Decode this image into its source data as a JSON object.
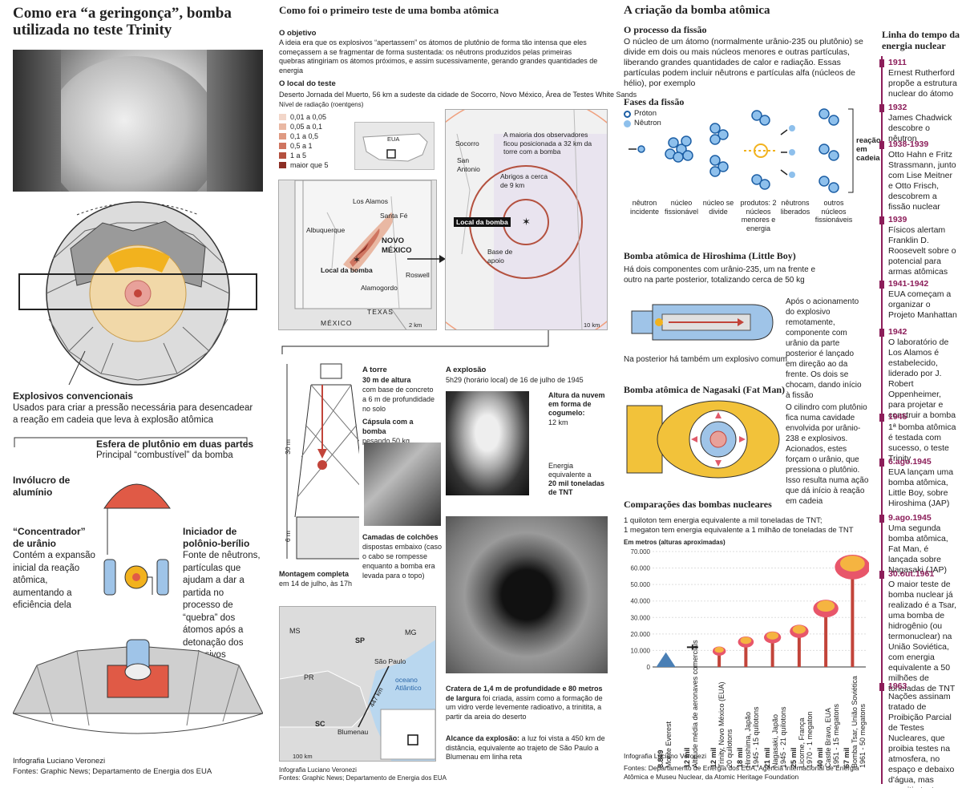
{
  "col1": {
    "title": "Como era “a geringonça”, bomba utilizada no teste Trinity",
    "explosivos_title": "Explosivos convencionais",
    "explosivos_text": "Usados para criar a pressão necessária para desencadear a reação em cadeia que leva à explosão atômica",
    "esfera_title": "Esfera de plutônio em duas partes",
    "esfera_text": "Principal “combustível” da bomba",
    "involucro_title": "Invólucro de alumínio",
    "concentrador_title": "“Concentrador” de urânio",
    "concentrador_text": "Contém a expansão inicial da reação atômica, aumentando a eficiência dela",
    "iniciador_title": "Iniciador de polônio-berílio",
    "iniciador_text": "Fonte de nêutrons, partículas que ajudam a dar a partida no processo de “quebra” dos átomos após a detonação dos explosivos",
    "credit": "Infografia Luciano Veronezi",
    "sources": "Fontes: Graphic News; Departamento de Energia dos EUA"
  },
  "col2": {
    "title": "Como foi o primeiro teste de uma bomba atômica",
    "objetivo_title": "O objetivo",
    "objetivo_text": "A ideia era que os explosivos “apertassem” os átomos de plutônio de forma tão intensa que eles começassem a se fragmentar de forma sustentada: os nêutrons produzidos pelas primeiras quebras atingiriam os átomos próximos, e assim sucessivamente, gerando grandes quantidades de energia",
    "local_title": "O local do teste",
    "local_text": "Deserto Jornada del Muerto, 56 km a sudeste da cidade de Socorro, Novo México, Área de Testes White Sands",
    "radiation_title": "Nível de radiação (roentgens)",
    "radiation_levels": [
      {
        "label": "0,01 a 0,05",
        "color": "#f2d6c9"
      },
      {
        "label": "0,05 a 0,1",
        "color": "#e9b8a3"
      },
      {
        "label": "0,1 a 0,5",
        "color": "#df9a82"
      },
      {
        "label": "0,5 a 1",
        "color": "#cf7560"
      },
      {
        "label": "1 a 5",
        "color": "#b4513f"
      },
      {
        "label": "maior que 5",
        "color": "#8c2f25"
      }
    ],
    "map": {
      "eua": "EUA",
      "los_alamos": "Los Alamos",
      "santa_fe": "Santa Fé",
      "albuquerque": "Albuquerque",
      "novo_mexico": "NOVO MÉXICO",
      "local_bomba": "Local da bomba",
      "roswell": "Roswell",
      "alamogordo": "Alamogordo",
      "texas": "TEXAS",
      "mexico": "MÉXICO",
      "scale": "2 km"
    },
    "zoom": {
      "observadores": "A maioria dos observadores ficou posicionada a 32 km da torre com a bomba",
      "socorro": "Socorro",
      "san_antonio": "San Antonio",
      "abrigos": "Abrigos a cerca de 9 km",
      "local_bomba": "Local da bomba",
      "base": "Base de apoio",
      "scale": "10 km"
    },
    "torre_title": "A torre",
    "torre_text1": "30 m de altura",
    "torre_text2": "com base de concreto a 6 m de profundidade no solo",
    "capsula_title": "Cápsula com a bomba",
    "capsula_text": "pesando 50 kg",
    "camadas_title": "Camadas de colchões",
    "camadas_text": "dispostas embaixo (caso o cabo se rompesse enquanto a bomba era levada para o topo)",
    "montagem_title": "Montagem completa",
    "montagem_text": "em 14 de julho, às 17h",
    "h30": "30 m",
    "h6": "6 m",
    "explosao_title": "A explosão",
    "explosao_text": "5h29 (horário local) de 16 de julho de 1945",
    "altura_title": "Altura da nuvem em forma de cogumelo:",
    "altura_value": "12 km",
    "energia_text": "Energia equivalente a",
    "energia_value": "20 mil toneladas de TNT",
    "cratera_title": "Cratera de 1,4 m de profundidade e 80 metros de largura",
    "cratera_text": "foi criada, assim como a formação de um vidro verde levemente radioativo, a trinitita, a partir da areia do deserto",
    "alcance_title": "Alcance da explosão:",
    "alcance_text": "a luz foi vista a 450 km de distância, equivalente ao trajeto de São Paulo a Blumenau em linha reta",
    "brmap": {
      "ms": "MS",
      "sp": "SP",
      "mg": "MG",
      "pr": "PR",
      "sc": "SC",
      "sao_paulo": "São Paulo",
      "blumenau": "Blumenau",
      "oceano": "oceano Atlântico",
      "dist": "447 km",
      "scale": "100 km"
    },
    "credit": "Infografia Luciano Veronezi",
    "sources": "Fontes: Graphic News; Departamento de Energia dos EUA"
  },
  "col3": {
    "title": "A criação da bomba atômica",
    "processo_title": "O processo da fissão",
    "processo_text": "O núcleo de um átomo (normalmente urânio-235 ou plutônio) se divide em dois ou mais núcleos menores e outras partículas, liberando grandes quantidades de calor e radiação. Essas partículas podem incluir nêutrons e partículas alfa (núcleos de hélio), por exemplo",
    "fases_title": "Fases da fissão",
    "proton": "Próton",
    "neutron": "Nêutron",
    "phases": [
      "nêutron incidente",
      "núcleo fissionável",
      "núcleo se divide",
      "produtos: 2 núcleos menores e energia",
      "nêutrons liberados",
      "outros núcleos fissionáveis"
    ],
    "reacao": "reação em cadeia",
    "hiroshima_title": "Bomba atômica de Hiroshima (Little Boy)",
    "hiroshima_text": "Há dois componentes com urânio-235, um na frente e outro na parte posterior, totalizando cerca de 50 kg",
    "hiroshima_side": "Após o acionamento do explosivo remotamente, componente com urânio da parte posterior é lançado em direção ao da frente. Os dois se chocam, dando início à fissão",
    "hiroshima_bottom": "Na posterior há também um explosivo comum",
    "nagasaki_title": "Bomba atômica de Nagasaki (Fat Man)",
    "nagasaki_text": "O cilindro com plutônio fica numa cavidade envolvida por urânio-238 e explosivos. Acionados, estes forçam o urânio, que pressiona o plutônio. Isso resulta numa ação que dá início à reação em cadeia",
    "comp_title": "Comparações das bombas nucleares",
    "comp_text1": "1 quiloton tem energia equivalente a mil toneladas de TNT;",
    "comp_text2": "1 megaton tem energia equivalente a 1 milhão de toneladas de TNT",
    "credit": "Infografia Luciano Veronezi",
    "sources": "Fontes: Departamento de Energia dos EUA, Agência Internacional de Energia Atômica e Museu Nuclear, da Atomic Heritage Foundation"
  },
  "chart_data": {
    "type": "bar",
    "ylabel": "Em metros (alturas aproximadas)",
    "yticks": [
      "70.000",
      "60.000",
      "50.000",
      "40.000",
      "30.000",
      "20.000",
      "10.000",
      "0"
    ],
    "ylim": [
      0,
      70000
    ],
    "categories": [
      {
        "value_label": "8.849",
        "name": "Monte Everest",
        "sub": ""
      },
      {
        "value_label": "12 mil",
        "name": "Altitude média de aeronaves comerciais",
        "sub": ""
      },
      {
        "value_label": "12 mil",
        "name": "Trinity, Novo México (EUA)",
        "sub": "20 quilotons"
      },
      {
        "value_label": "18 mil",
        "name": "Hiroshima, Japão",
        "sub": "1945 - 15 quilotons"
      },
      {
        "value_label": "21 mil",
        "name": "Nagasaki, Japão",
        "sub": "1945 - 21 quilotons"
      },
      {
        "value_label": "25 mil",
        "name": "Licorne, França",
        "sub": "1970 - 1 megaton"
      },
      {
        "value_label": "40 mil",
        "name": "Castle Bravo, EUA",
        "sub": "1951 - 15 megatons"
      },
      {
        "value_label": "67 mil",
        "name": "Bomba Tsar, União Soviética",
        "sub": "1961 - 50 megatons"
      }
    ],
    "values": [
      8849,
      12000,
      12000,
      18000,
      21000,
      25000,
      40000,
      67000
    ]
  },
  "timeline": {
    "title": "Linha do tempo da energia nuclear",
    "items": [
      {
        "year": "1911",
        "text": "Ernest Rutherford propõe a estrutura nuclear do átomo"
      },
      {
        "year": "1932",
        "text": "James Chadwick descobre o nêutron"
      },
      {
        "year": "1938-1939",
        "text": "Otto Hahn e Fritz Strassmann, junto com Lise Meitner e Otto Frisch, descobrem a fissão nuclear"
      },
      {
        "year": "1939",
        "text": "Físicos alertam Franklin D. Roosevelt sobre o potencial para armas atômicas"
      },
      {
        "year": "1941-1942",
        "text": "EUA começam a organizar o Projeto Manhattan"
      },
      {
        "year": "1942",
        "text": "O laboratório de Los Alamos é estabelecido, liderado por J. Robert Oppenheimer, para projetar e construir a bomba"
      },
      {
        "year": "1945",
        "text": "1ª bomba atômica é testada com sucesso, o teste Trinity"
      },
      {
        "year": "6.ago.1945",
        "text": "EUA lançam uma bomba atômica, Little Boy, sobre Hiroshima (JAP)"
      },
      {
        "year": "9.ago.1945",
        "text": "Uma segunda bomba atômica, Fat Man, é lançada sobre Nagasaki (JAP)"
      },
      {
        "year": "30.out.1961",
        "text": "O maior teste de bomba nuclear já realizado é a Tsar, uma bomba de hidrogênio (ou termonuclear) na União Soviética, com energia equivalente a 50 milhões de toneladas de TNT"
      },
      {
        "year": "1963",
        "text": "Nações assinam tratado de Proibição Parcial de Testes Nucleares, que proibia testes na atmosfera, no espaço e debaixo d'água, mas permitia testes subterrâneos"
      }
    ]
  }
}
